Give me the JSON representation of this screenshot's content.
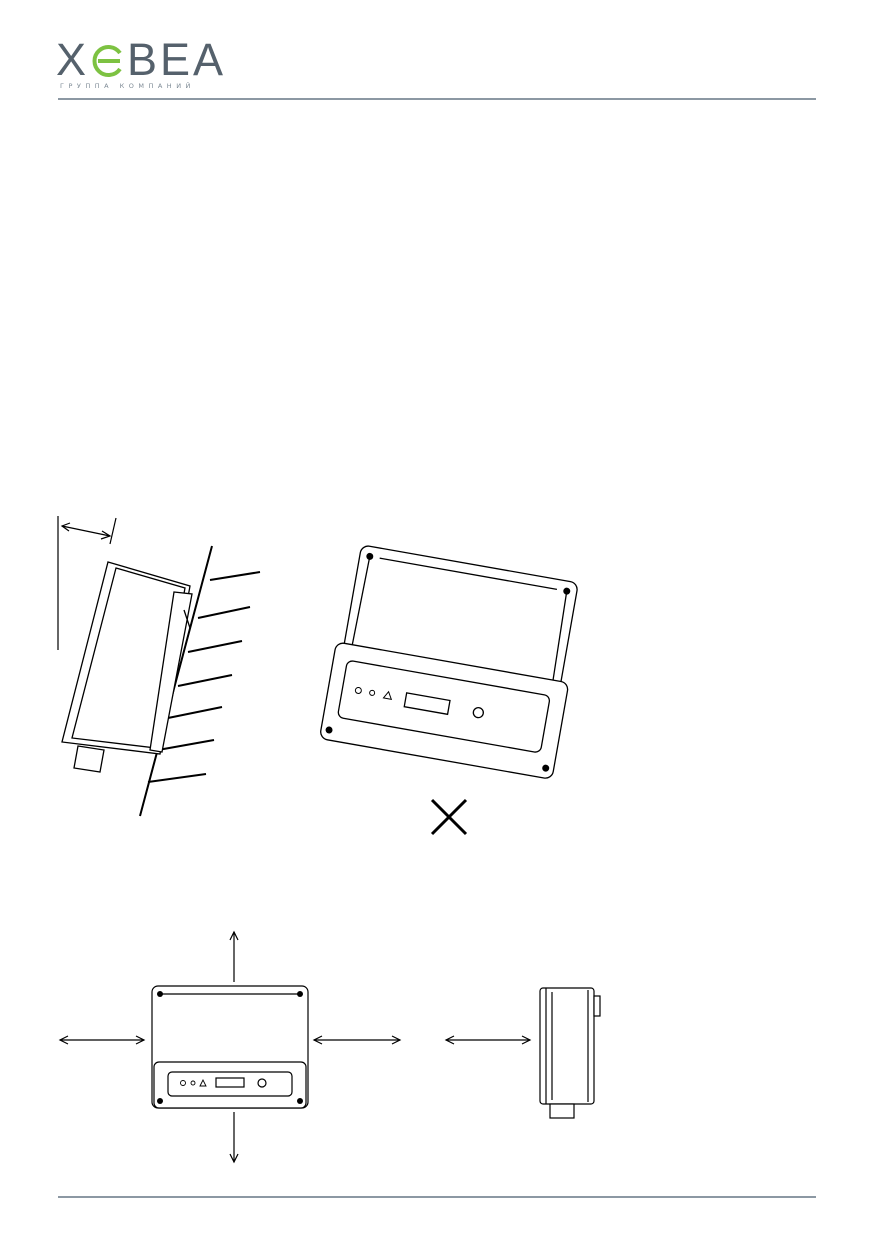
{
  "header": {
    "logo": {
      "wordmark": "XEBEA",
      "tagline": "ГРУППА КОМПАНИЙ",
      "colors": {
        "primary": "#55616c",
        "accent": "#7dc242"
      }
    }
  },
  "figures": {
    "tilted_mounting_example": {
      "verdict_icon": "cross-mark-icon"
    },
    "clearance_front_view": {
      "arrow_directions": [
        "up",
        "down",
        "left",
        "right"
      ]
    },
    "clearance_side_view": {
      "arrow_directions": [
        "left"
      ]
    }
  }
}
